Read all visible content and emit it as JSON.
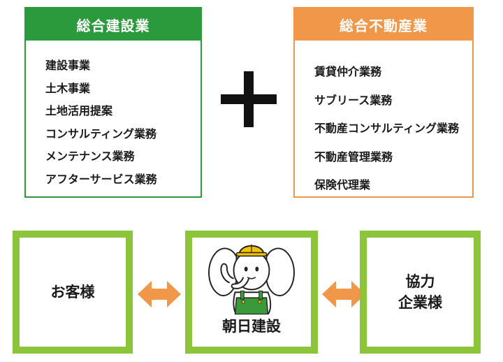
{
  "left_panel": {
    "title": "総合建設業",
    "items": [
      "建設事業",
      "土木事業",
      "土地活用提案",
      "コンサルティング業務",
      "メンテナンス業務",
      "アフターサービス業務"
    ]
  },
  "right_panel": {
    "title": "総合不動産業",
    "items": [
      "賃貸仲介業務",
      "サブリース業務",
      "不動産コンサルティング業務",
      "不動産管理業務",
      "保険代理業"
    ]
  },
  "flow": {
    "customer": "お客様",
    "company": "朝日建設",
    "partner_line1": "協力",
    "partner_line2": "企業様"
  },
  "colors": {
    "construction_green": "#2a9a3c",
    "realestate_orange": "#f0974a",
    "box_green": "#8cc43a",
    "arrow_orange": "#f0974a"
  },
  "icons": {
    "plus": "plus-icon",
    "arrow": "double-arrow-icon",
    "mascot": "elephant-mascot"
  }
}
